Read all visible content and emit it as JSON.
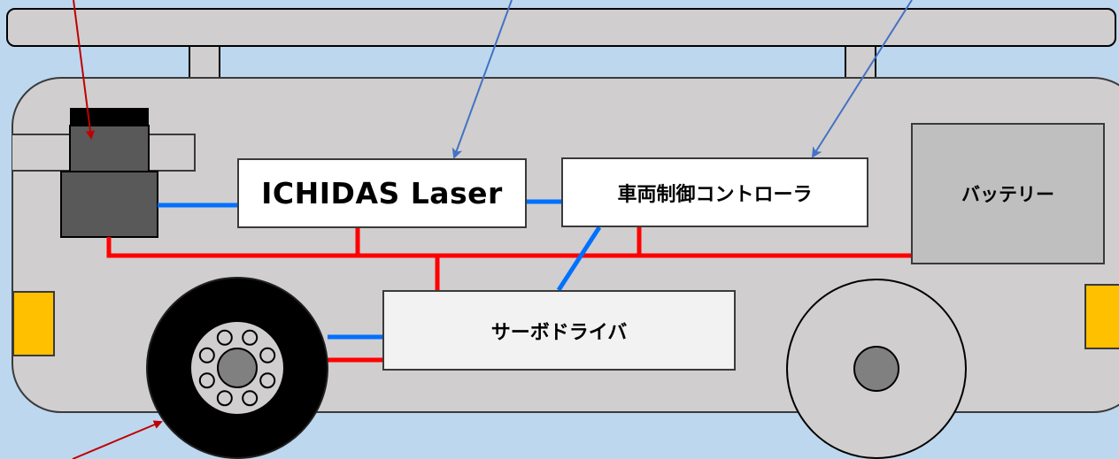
{
  "diagram": {
    "components": {
      "laser": "ICHIDAS Laser",
      "controller": "車両制御コントローラ",
      "servo": "サーボドライバ",
      "battery": "バッテリー"
    },
    "colors": {
      "background": "#bdd7ee",
      "vehicle_body": "#d0cece",
      "outline": "#3a3a3a",
      "power_line": "#ff0000",
      "signal_line": "#0070ff",
      "callout_arrow_red": "#c00000",
      "callout_arrow_blue": "#4472c4",
      "indicator_light": "#ffc000",
      "sensor_unit": "#595959",
      "drive_wheel": "#000000",
      "idler_wheel": "#d0cece",
      "battery_fill": "#bfbfbf"
    }
  }
}
